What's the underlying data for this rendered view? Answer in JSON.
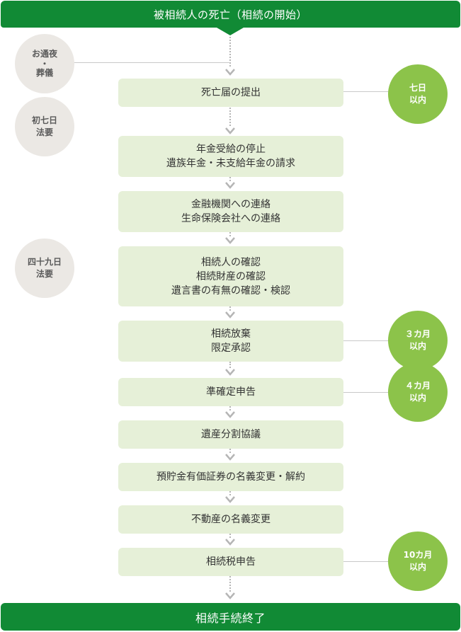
{
  "top_banner": "被相続人の死亡（相続の開始）",
  "bottom_banner": "相続手続終了",
  "steps": [
    {
      "lines": [
        "死亡届の提出"
      ]
    },
    {
      "lines": [
        "年金受給の停止",
        "遺族年金・未支給年金の請求"
      ]
    },
    {
      "lines": [
        "金融機関への連絡",
        "生命保険会社への連絡"
      ]
    },
    {
      "lines": [
        "相続人の確認",
        "相続財産の確認",
        "遺言書の有無の確認・検認"
      ]
    },
    {
      "lines": [
        "相続放棄",
        "限定承認"
      ]
    },
    {
      "lines": [
        "準確定申告"
      ]
    },
    {
      "lines": [
        "遺産分割協議"
      ]
    },
    {
      "lines": [
        "預貯金有価証券の名義変更・解約"
      ]
    },
    {
      "lines": [
        "不動産の名義変更"
      ]
    },
    {
      "lines": [
        "相続税申告"
      ]
    }
  ],
  "side_events": [
    {
      "lines": [
        "お通夜",
        "・",
        "葬儀"
      ]
    },
    {
      "lines": [
        "初七日",
        "法要"
      ]
    },
    {
      "lines": [
        "四十九日",
        "法要"
      ]
    }
  ],
  "deadlines": [
    {
      "lines": [
        "七日",
        "以内"
      ]
    },
    {
      "lines": [
        "３カ月",
        "以内"
      ]
    },
    {
      "lines": [
        "４カ月",
        "以内"
      ]
    },
    {
      "lines": [
        "10カ月",
        "以内"
      ]
    }
  ],
  "colors": {
    "banner": "#118a35",
    "step_fill": "#e6f0d8",
    "deadline_fill": "#8cc34a",
    "side_fill": "#ebe8e4",
    "connector": "#b5b5b5"
  }
}
